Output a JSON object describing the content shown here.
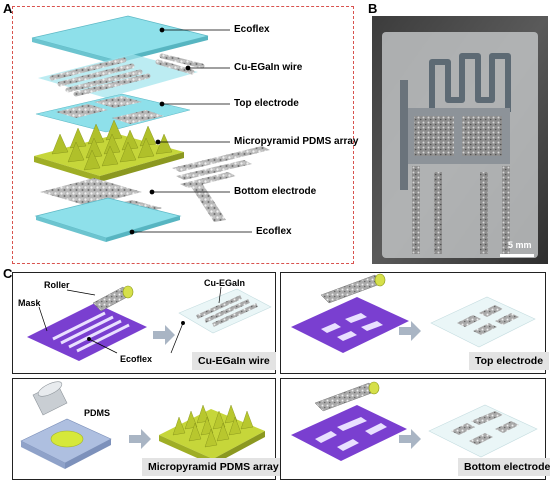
{
  "panel_a": {
    "letter": "A",
    "labels": [
      "Ecoflex",
      "Cu-EGaIn wire",
      "Top electrode",
      "Micropyramid PDMS array",
      "Bottom electrode",
      "Ecoflex"
    ]
  },
  "panel_b": {
    "letter": "B",
    "scale_bar": "5 mm"
  },
  "panel_c": {
    "letter": "C",
    "step1": {
      "roller": "Roller",
      "mask": "Mask",
      "cu_egain": "Cu-EGaIn",
      "ecoflex": "Ecoflex",
      "caption": "Cu-EGaIn wire"
    },
    "step2": {
      "caption": "Top electrode"
    },
    "step3": {
      "pdms": "PDMS",
      "caption": "Micropyramid PDMS array"
    },
    "step4": {
      "caption": "Bottom electrode"
    }
  },
  "colors": {
    "ecoflex": "#7fd6e0",
    "pyramid": "#c6d63a",
    "mask": "#7a3fd0",
    "border_dashed": "#d9534f"
  }
}
